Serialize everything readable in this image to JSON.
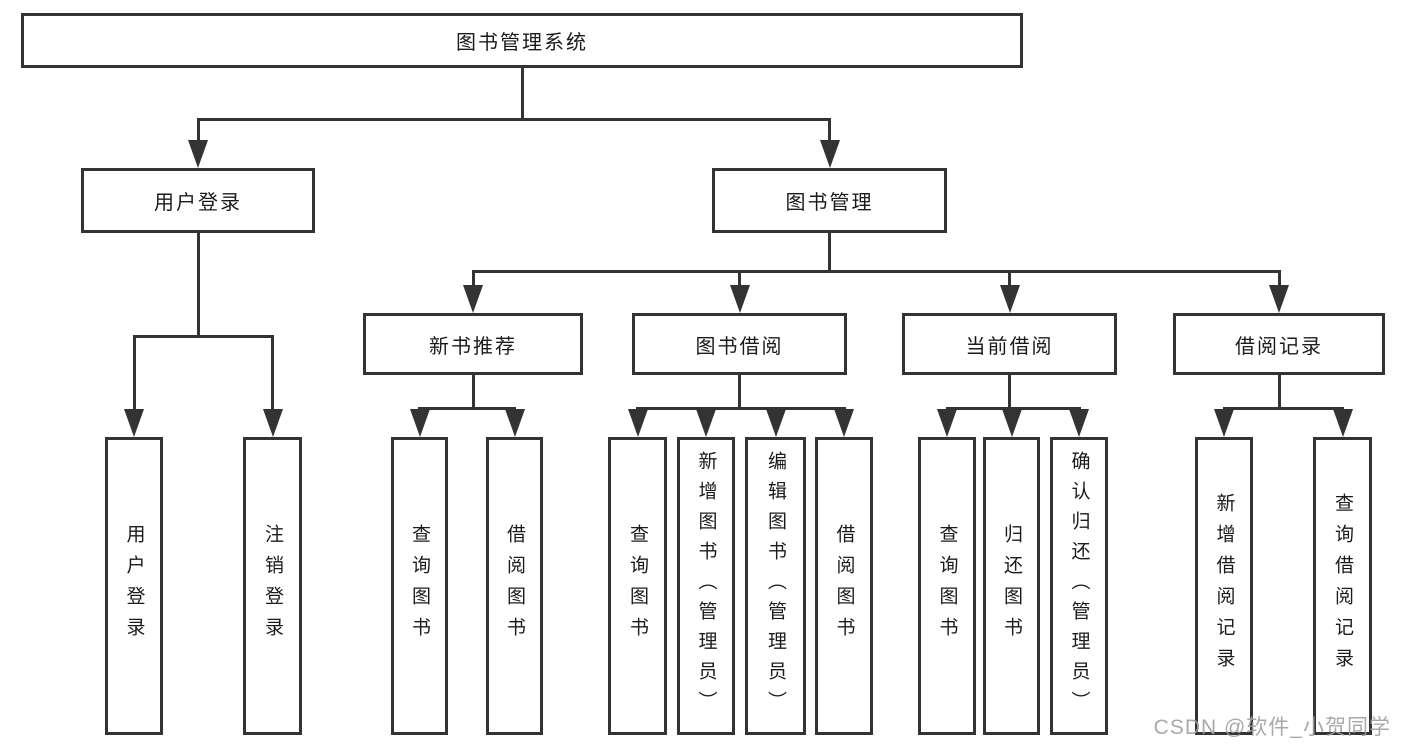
{
  "title": "图书管理系统",
  "watermark": "CSDN @软件_小贺同学",
  "colors": {
    "line": "#333333",
    "box_border": "#333333",
    "text": "#1b1b1b",
    "background": "#ffffff",
    "watermark": "#a0a0a0"
  },
  "nodes": [
    {
      "id": "root",
      "label": "图书管理系统",
      "level": 1,
      "orientation": "horizontal"
    },
    {
      "id": "user-login",
      "label": "用户登录",
      "level": 2,
      "orientation": "horizontal"
    },
    {
      "id": "book-management",
      "label": "图书管理",
      "level": 2,
      "orientation": "horizontal"
    },
    {
      "id": "new-book-recommend",
      "label": "新书推荐",
      "level": 3,
      "orientation": "horizontal"
    },
    {
      "id": "book-borrow",
      "label": "图书借阅",
      "level": 3,
      "orientation": "horizontal"
    },
    {
      "id": "current-borrow",
      "label": "当前借阅",
      "level": 3,
      "orientation": "horizontal"
    },
    {
      "id": "borrow-records",
      "label": "借阅记录",
      "level": 3,
      "orientation": "horizontal"
    },
    {
      "id": "login",
      "label": "用户登录",
      "level": 4,
      "orientation": "vertical"
    },
    {
      "id": "logout",
      "label": "注销登录",
      "level": 4,
      "orientation": "vertical"
    },
    {
      "id": "query-books-1",
      "label": "查询图书",
      "level": 4,
      "orientation": "vertical"
    },
    {
      "id": "borrow-books-1",
      "label": "借阅图书",
      "level": 4,
      "orientation": "vertical"
    },
    {
      "id": "query-books-2",
      "label": "查询图书",
      "level": 4,
      "orientation": "vertical"
    },
    {
      "id": "add-book",
      "label": "新增图书（管理员）",
      "level": 4,
      "orientation": "vertical"
    },
    {
      "id": "edit-book",
      "label": "编辑图书（管理员）",
      "level": 4,
      "orientation": "vertical"
    },
    {
      "id": "borrow-books-2",
      "label": "借阅图书",
      "level": 4,
      "orientation": "vertical"
    },
    {
      "id": "query-books-3",
      "label": "查询图书",
      "level": 4,
      "orientation": "vertical"
    },
    {
      "id": "return-book",
      "label": "归还图书",
      "level": 4,
      "orientation": "vertical"
    },
    {
      "id": "confirm-return",
      "label": "确认归还（管理员）",
      "level": 4,
      "orientation": "vertical"
    },
    {
      "id": "add-borrow-record",
      "label": "新增借阅记录",
      "level": 4,
      "orientation": "vertical"
    },
    {
      "id": "query-borrow-record",
      "label": "查询借阅记录",
      "level": 4,
      "orientation": "vertical"
    }
  ],
  "edges": [
    {
      "from": "root",
      "to": [
        "user-login",
        "book-management"
      ]
    },
    {
      "from": "user-login",
      "to": [
        "login",
        "logout"
      ]
    },
    {
      "from": "book-management",
      "to": [
        "new-book-recommend",
        "book-borrow",
        "current-borrow",
        "borrow-records"
      ]
    },
    {
      "from": "new-book-recommend",
      "to": [
        "query-books-1",
        "borrow-books-1"
      ]
    },
    {
      "from": "book-borrow",
      "to": [
        "query-books-2",
        "add-book",
        "edit-book",
        "borrow-books-2"
      ]
    },
    {
      "from": "current-borrow",
      "to": [
        "query-books-3",
        "return-book",
        "confirm-return"
      ]
    },
    {
      "from": "borrow-records",
      "to": [
        "add-borrow-record",
        "query-borrow-record"
      ]
    }
  ]
}
